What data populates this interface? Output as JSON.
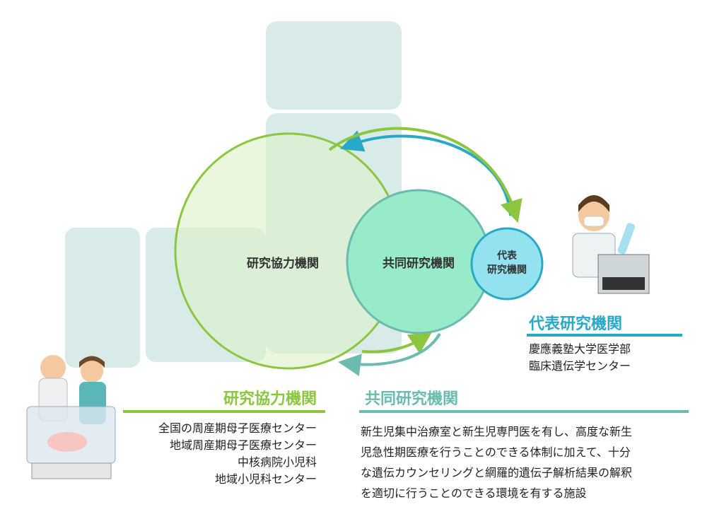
{
  "diagram": {
    "circle_cooperating": "研究協力機関",
    "circle_joint": "共同研究機関",
    "circle_lead_line1": "代表",
    "circle_lead_line2": "研究機関"
  },
  "lead": {
    "heading": "代表研究機関",
    "lines": [
      "慶應義塾大学医学部",
      "臨床遺伝学センター"
    ]
  },
  "cooperating": {
    "heading": "研究協力機関",
    "lines": [
      "全国の周産期母子医療センター",
      "地域周産期母子医療センター",
      "中核病院小児科",
      "地域小児科センター"
    ]
  },
  "joint": {
    "heading": "共同研究機関",
    "lines": [
      "新生児集中治療室と新生児専門医を有し、高度な新生",
      "児急性期医療を行うことのできる体制に加えて、十分",
      "な遺伝カウンセリングと網羅的遺伝子解析結果の解釈",
      "を適切に行うことのできる環境を有する施設"
    ]
  },
  "colors": {
    "green": "#8cc63f",
    "teal": "#6bbbae",
    "blue": "#29a9c7",
    "bg": "#d8ebe9"
  }
}
